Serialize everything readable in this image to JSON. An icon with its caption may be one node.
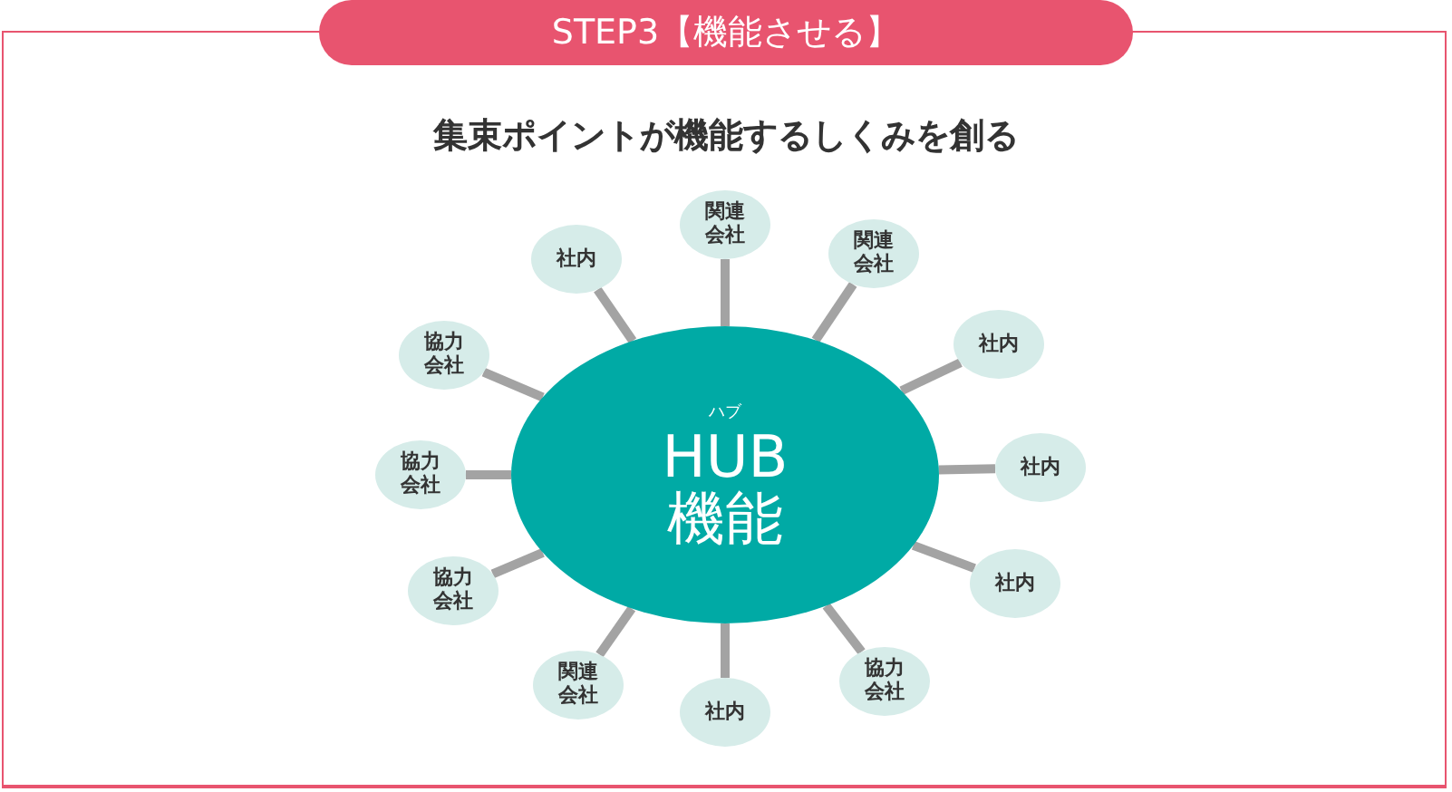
{
  "diagram": {
    "title": "STEP3【機能させる】",
    "nodes": [
      {
        "text": [
          "ハブ",
          "HUB機能"
        ]
      },
      {
        "text": [
          "社内"
        ]
      },
      {
        "text": [
          "関連会社"
        ]
      },
      {
        "text": [
          "関連会社"
        ]
      },
      {
        "text": [
          "社内"
        ]
      },
      {
        "text": [
          "社内"
        ]
      },
      {
        "text": [
          "社内"
        ]
      },
      {
        "text": [
          "協力会社"
        ]
      },
      {
        "text": [
          "社内"
        ]
      },
      {
        "text": [
          "関連会社"
        ]
      },
      {
        "text": [
          "協力会社"
        ]
      },
      {
        "text": [
          "協力会社"
        ]
      },
      {
        "text": [
          "協力会社"
        ]
      }
    ],
    "edges": [
      {
        "from": 0,
        "to": 1,
        "arrow": "none"
      },
      {
        "from": 0,
        "to": 2,
        "arrow": "none"
      },
      {
        "from": 0,
        "to": 3,
        "arrow": "none"
      },
      {
        "from": 0,
        "to": 4,
        "arrow": "none"
      },
      {
        "from": 0,
        "to": 5,
        "arrow": "none"
      },
      {
        "from": 0,
        "to": 6,
        "arrow": "none"
      },
      {
        "from": 0,
        "to": 7,
        "arrow": "none"
      },
      {
        "from": 0,
        "to": 8,
        "arrow": "none"
      },
      {
        "from": 0,
        "to": 9,
        "arrow": "none"
      },
      {
        "from": 0,
        "to": 10,
        "arrow": "none"
      },
      {
        "from": 0,
        "to": 11,
        "arrow": "none"
      },
      {
        "from": 0,
        "to": 12,
        "arrow": "none"
      }
    ],
    "labels": [
      "集束ポイントが機能するしくみを創る"
    ]
  }
}
